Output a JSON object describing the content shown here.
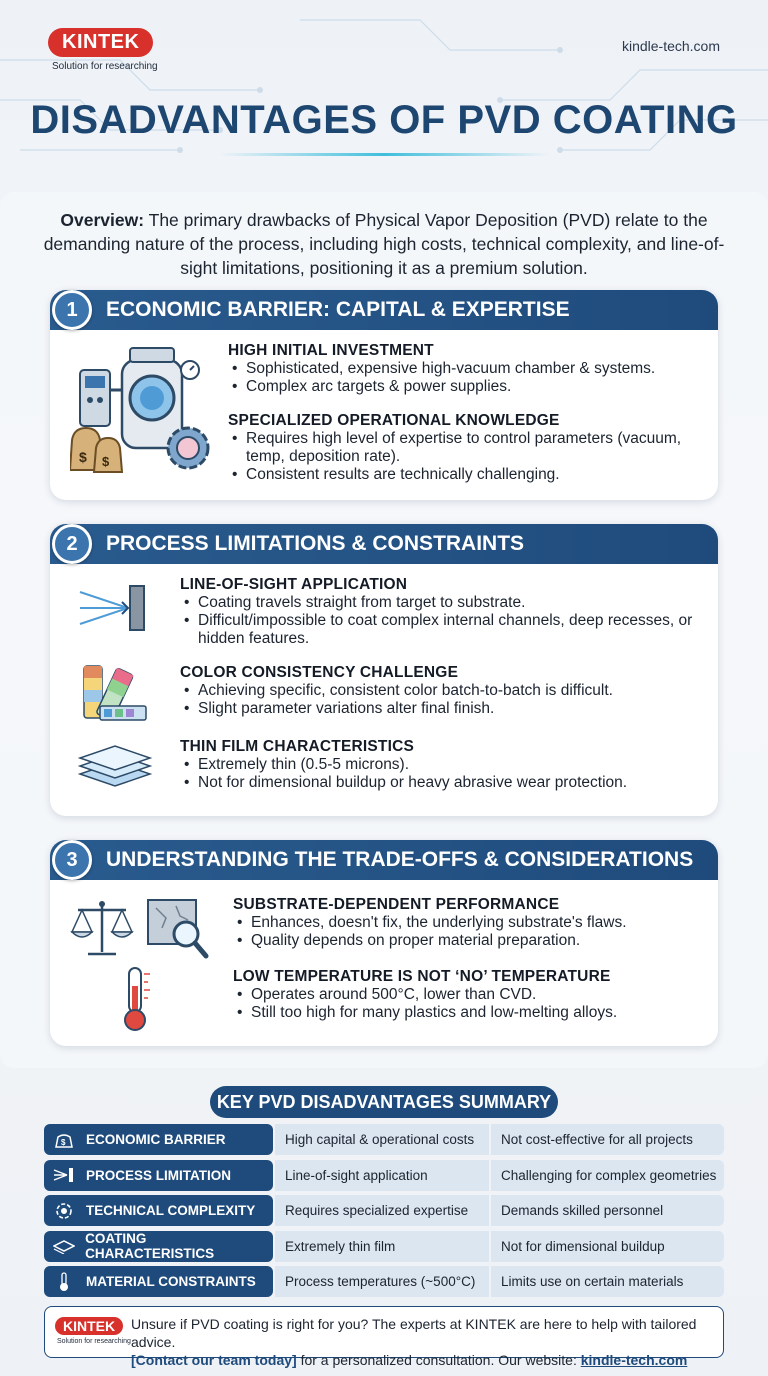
{
  "header": {
    "logo": "KINTEK",
    "tagline": "Solution for researching",
    "site": "kindle-tech.com",
    "title": "DISADVANTAGES OF PVD COATING"
  },
  "overview": {
    "label": "Overview:",
    "text": " The primary drawbacks of Physical Vapor Deposition (PVD) relate to the demanding nature of the process, including high costs, technical complexity, and line-of-sight limitations, positioning it as a premium solution."
  },
  "sections": [
    {
      "num": "1",
      "title": "ECONOMIC BARRIER: CAPITAL & EXPERTISE",
      "items": [
        {
          "heading": "HIGH INITIAL INVESTMENT",
          "bullets": [
            "Sophisticated, expensive high-vacuum chamber & systems.",
            "Complex arc targets & power supplies."
          ]
        },
        {
          "heading": "SPECIALIZED OPERATIONAL KNOWLEDGE",
          "bullets": [
            "Requires high level of expertise to control parameters (vacuum, temp, deposition rate).",
            "Consistent results are technically challenging."
          ]
        }
      ]
    },
    {
      "num": "2",
      "title": "PROCESS LIMITATIONS & CONSTRAINTS",
      "items": [
        {
          "heading": "LINE-OF-SIGHT APPLICATION",
          "bullets": [
            "Coating travels straight from target to substrate.",
            "Difficult/impossible to coat complex internal channels, deep recesses, or hidden features."
          ]
        },
        {
          "heading": "COLOR CONSISTENCY CHALLENGE",
          "bullets": [
            "Achieving specific, consistent color batch-to-batch is difficult.",
            "Slight parameter variations alter final finish."
          ]
        },
        {
          "heading": "THIN FILM CHARACTERISTICS",
          "bullets": [
            "Extremely thin (0.5-5 microns).",
            "Not for dimensional buildup or heavy abrasive wear protection."
          ]
        }
      ]
    },
    {
      "num": "3",
      "title": "UNDERSTANDING THE TRADE-OFFS & CONSIDERATIONS",
      "items": [
        {
          "heading": "SUBSTRATE-DEPENDENT PERFORMANCE",
          "bullets": [
            "Enhances, doesn't fix, the underlying substrate's flaws.",
            "Quality depends on proper material preparation."
          ]
        },
        {
          "heading": "LOW TEMPERATURE IS NOT ‘NO’ TEMPERATURE",
          "bullets": [
            "Operates around 500°C, lower than CVD.",
            "Still too high for many plastics and low-melting alloys."
          ]
        }
      ]
    }
  ],
  "summary": {
    "title": "KEY PVD DISADVANTAGES SUMMARY",
    "rows": [
      {
        "icon": "money-bag-icon",
        "category": "ECONOMIC BARRIER",
        "issue": "High capital & operational costs",
        "impact": "Not cost-effective for all projects"
      },
      {
        "icon": "line-of-sight-icon",
        "category": "PROCESS LIMITATION",
        "issue": "Line-of-sight application",
        "impact": "Challenging for complex geometries"
      },
      {
        "icon": "brain-gear-icon",
        "category": "TECHNICAL COMPLEXITY",
        "issue": "Requires specialized expertise",
        "impact": "Demands skilled personnel"
      },
      {
        "icon": "layers-icon",
        "category": "COATING CHARACTERISTICS",
        "issue": "Extremely thin film",
        "impact": "Not for dimensional buildup"
      },
      {
        "icon": "thermometer-icon",
        "category": "MATERIAL CONSTRAINTS",
        "issue": "Process temperatures (~500°C)",
        "impact": "Limits use on certain materials"
      }
    ]
  },
  "footer": {
    "logo": "KINTEK",
    "tagline": "Solution for researching",
    "text1": "Unsure if PVD coating is right for you? The experts at KINTEK are here to help with tailored advice.",
    "cta": "[Contact our team today]",
    "text2": " for a personalized consultation. Our website: ",
    "url": "kindle-tech.com"
  },
  "colors": {
    "brand_red": "#d8302b",
    "navy": "#1f4b7c",
    "accent_cyan": "#3fbedc"
  }
}
